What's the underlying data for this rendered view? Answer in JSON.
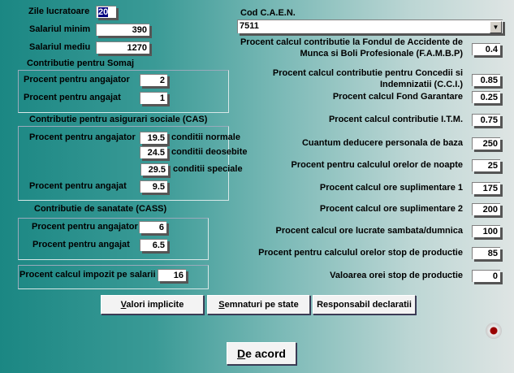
{
  "left": {
    "zile_label": "Zile lucratoare",
    "zile_value": "20",
    "sal_min_label": "Salariul minim",
    "sal_min_value": "390",
    "sal_med_label": "Salariul mediu",
    "sal_med_value": "1270",
    "somaj": {
      "title": "Contributie pentru Somaj",
      "angajator_label": "Procent pentru angajator",
      "angajator_value": "2",
      "angajat_label": "Procent pentru angajat",
      "angajat_value": "1"
    },
    "cas": {
      "title": "Contributie pentru asigurari sociale (CAS)",
      "angajator_label": "Procent pentru angajator",
      "normale_value": "19.5",
      "normale_label": "conditii normale",
      "deosebite_value": "24.5",
      "deosebite_label": "conditii deosebite",
      "speciale_value": "29.5",
      "speciale_label": "conditii speciale",
      "angajat_label": "Procent pentru angajat",
      "angajat_value": "9.5"
    },
    "cass": {
      "title": "Contributie de sanatate (CASS)",
      "angajator_label": "Procent pentru angajator",
      "angajator_value": "6",
      "angajat_label": "Procent pentru angajat",
      "angajat_value": "6.5"
    },
    "impozit_label": "Procent calcul impozit pe salarii",
    "impozit_value": "16"
  },
  "right": {
    "caen_label": "Cod C.A.E.N.",
    "caen_value": "7511",
    "rows": [
      {
        "label": "Procent calcul contributie la Fondul de Accidente de",
        "label2": "Munca si Boli Profesionale (F.A.M.B.P)",
        "value": "0.4"
      },
      {
        "label": "Procent calcul contributie pentru Concedii si",
        "label2": "Indemnizatii (C.C.I.)",
        "value": "0.85"
      },
      {
        "label": "Procent calcul Fond Garantare",
        "value": "0.25"
      },
      {
        "label": "Procent calcul contributie I.T.M.",
        "value": "0.75"
      },
      {
        "label": "Cuantum deducere personala de baza",
        "value": "250"
      },
      {
        "label": "Procent pentru calculul orelor de noapte",
        "value": "25"
      },
      {
        "label": "Procent calcul ore suplimentare 1",
        "value": "175"
      },
      {
        "label": "Procent calcul ore suplimentare 2",
        "value": "200"
      },
      {
        "label": "Procent calcul ore lucrate sambata/dumnica",
        "value": "100"
      },
      {
        "label": "Procent pentru calculul orelor stop de productie",
        "value": "85"
      },
      {
        "label": "Valoarea orei stop de productie",
        "value": "0"
      }
    ]
  },
  "buttons": {
    "valori_u": "V",
    "valori_rest": "alori implicite",
    "semnaturi_u": "S",
    "semnaturi_rest": "emnaturi pe state",
    "responsabil": "Responsabil declaratii",
    "ok_u": "D",
    "ok_rest": "e acord"
  }
}
